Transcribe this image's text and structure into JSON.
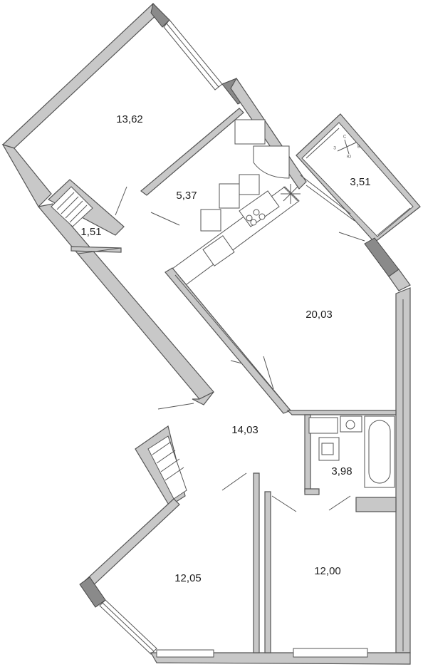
{
  "rooms": [
    {
      "id": "room-bedroom-top",
      "area": "13,62"
    },
    {
      "id": "room-kitchen",
      "area": "5,37"
    },
    {
      "id": "room-balcony",
      "area": "3,51"
    },
    {
      "id": "room-storage",
      "area": "1,51"
    },
    {
      "id": "room-living",
      "area": "20,03"
    },
    {
      "id": "room-hallway",
      "area": "14,03"
    },
    {
      "id": "room-bathroom",
      "area": "3,98"
    },
    {
      "id": "room-bedroom-left",
      "area": "12,05"
    },
    {
      "id": "room-bedroom-right",
      "area": "12,00"
    }
  ],
  "compass": {
    "n": "С",
    "s": "Ю",
    "w": "З",
    "e": "В"
  },
  "colors": {
    "wall": "#c8c8c8",
    "wall_dark": "#8a8a8a",
    "line": "#555555",
    "background": "#ffffff"
  }
}
